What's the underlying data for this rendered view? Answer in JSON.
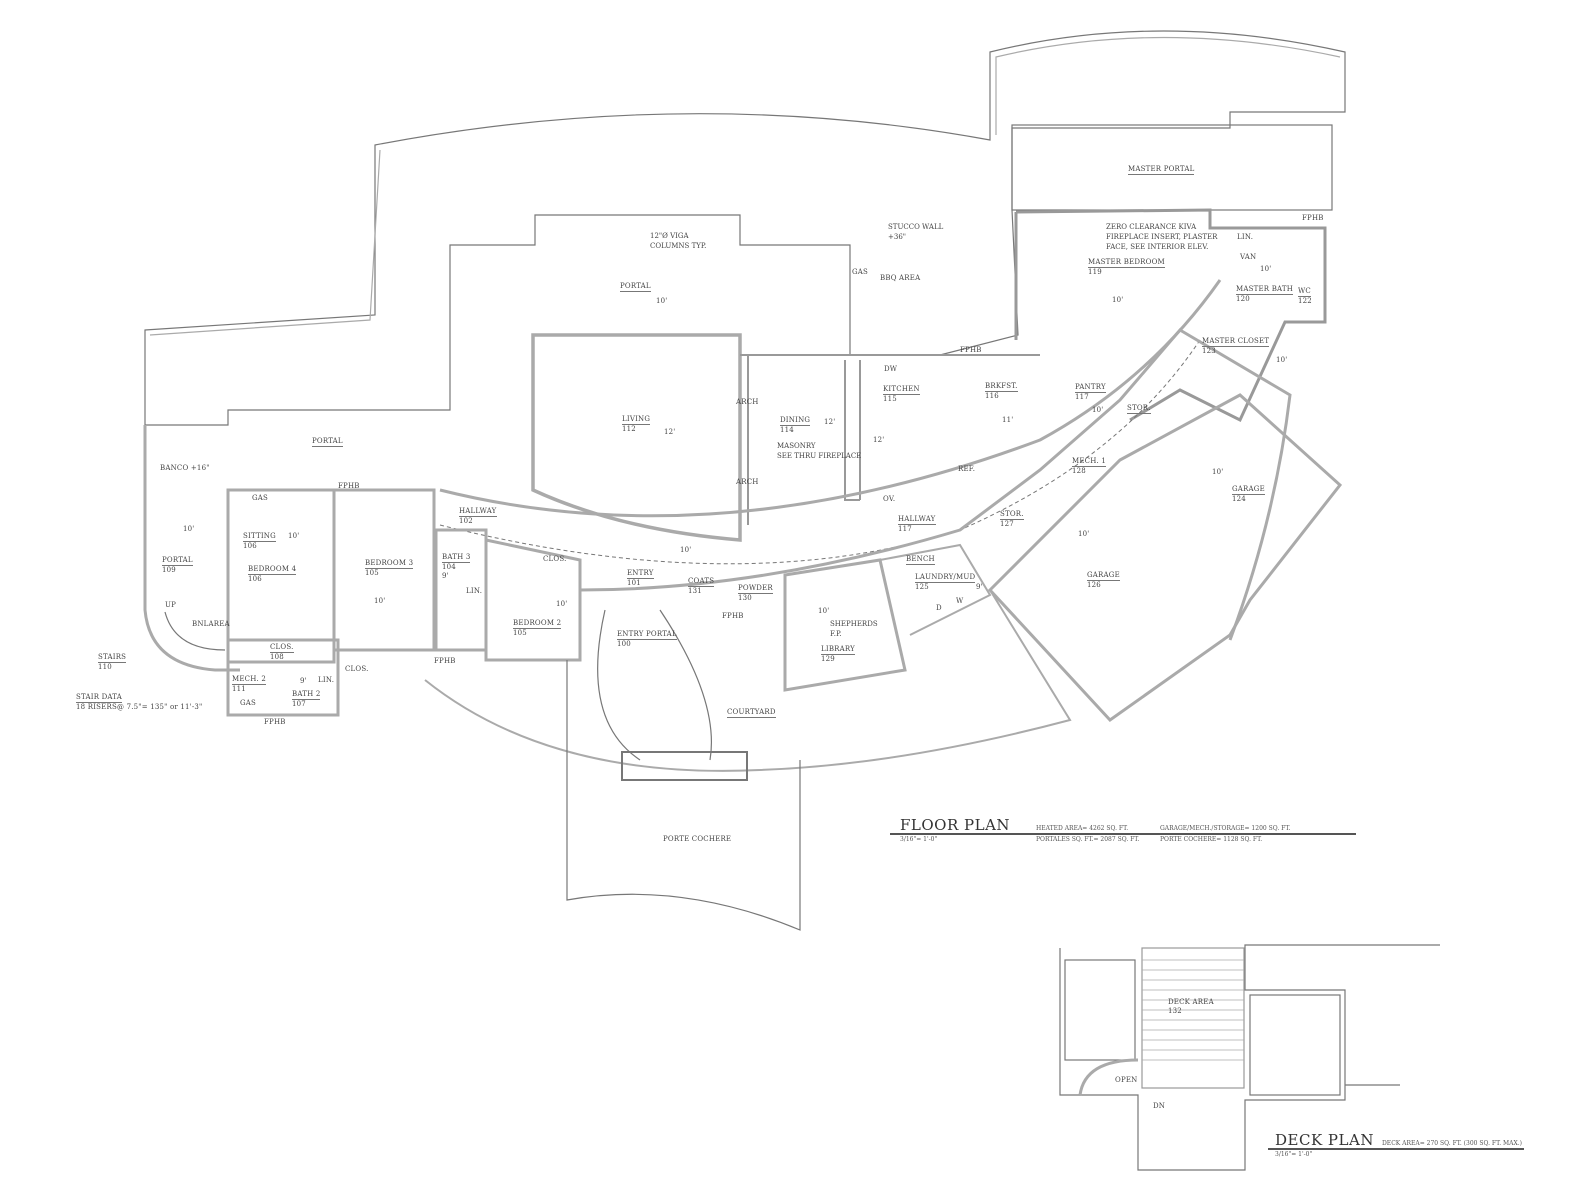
{
  "floor_plan": {
    "title": "FLOOR PLAN",
    "scale": "3/16\"= 1'-0\"",
    "heated_area": "HEATED AREA= 4262 SQ. FT.",
    "portales_area": "PORTALES SQ. FT.= 2087 SQ. FT.",
    "garage_area": "GARAGE/MECH./STORAGE= 1200 SQ. FT.",
    "porte_cochere_area": "PORTE COCHERE= 1128 SQ. FT."
  },
  "deck_plan": {
    "title": "DECK PLAN",
    "scale": "3/16\"= 1'-0\"",
    "deck_area": "DECK AREA= 270 SQ. FT. (300 SQ. FT. MAX.)",
    "deck_label": "DECK AREA",
    "deck_num": "132",
    "open": "OPEN",
    "dn": "DN"
  },
  "rooms": {
    "master_portal": {
      "name": "MASTER PORTAL"
    },
    "master_bedroom": {
      "name": "MASTER BEDROOM",
      "num": "119",
      "ceiling": "10'"
    },
    "master_bath": {
      "name": "MASTER BATH",
      "num": "120",
      "ceiling": "10'"
    },
    "wc": {
      "name": "WC",
      "num": "122"
    },
    "lin_master": {
      "name": "LIN."
    },
    "van": {
      "name": "VAN"
    },
    "master_closet": {
      "name": "MASTER CLOSET",
      "num": "123",
      "ceiling": "10'"
    },
    "portal_main": {
      "name": "PORTAL",
      "ceiling": "10'"
    },
    "portal_west": {
      "name": "PORTAL"
    },
    "living": {
      "name": "LIVING",
      "num": "112",
      "ceiling": "12'"
    },
    "dining": {
      "name": "DINING",
      "num": "114",
      "ceiling": "12'"
    },
    "kitchen": {
      "name": "KITCHEN",
      "num": "115",
      "ceiling": "12'"
    },
    "brkfst": {
      "name": "BRKFST.",
      "num": "116",
      "ceiling": "11'"
    },
    "pantry": {
      "name": "PANTRY",
      "num": "117",
      "ceiling": "10'"
    },
    "stor_1": {
      "name": "STOR."
    },
    "mech_1": {
      "name": "MECH. 1",
      "num": "128"
    },
    "garage_124": {
      "name": "GARAGE",
      "num": "124",
      "ceiling": "10'"
    },
    "hallway_117": {
      "name": "HALLWAY",
      "num": "117"
    },
    "stor_127": {
      "name": "STOR.",
      "num": "127"
    },
    "garage_126": {
      "name": "GARAGE",
      "num": "126",
      "ceiling": "10'"
    },
    "bench": {
      "name": "BENCH"
    },
    "laundry": {
      "name": "LAUNDRY/MUD",
      "num": "125",
      "ceiling": "9'"
    },
    "library": {
      "name": "LIBRARY",
      "num": "129",
      "ceiling": "10'"
    },
    "coats": {
      "name": "COATS",
      "num": "131"
    },
    "powder": {
      "name": "POWDER",
      "num": "130"
    },
    "entry": {
      "name": "ENTRY",
      "num": "101",
      "ceiling": "10'"
    },
    "entry_portal": {
      "name": "ENTRY PORTAL",
      "num": "100"
    },
    "bedroom_2": {
      "name": "BEDROOM 2",
      "num": "105",
      "ceiling": "10'"
    },
    "hallway_102": {
      "name": "HALLWAY",
      "num": "102"
    },
    "bath_3": {
      "name": "BATH 3",
      "num": "104",
      "ceiling": "9'"
    },
    "lin_bath3": {
      "name": "LIN."
    },
    "clos_bed2": {
      "name": "CLOS."
    },
    "bedroom_3": {
      "name": "BEDROOM 3",
      "num": "105",
      "ceiling": "10'"
    },
    "sitting": {
      "name": "SITTING",
      "num": "106",
      "ceiling": "10'"
    },
    "bedroom_4": {
      "name": "BEDROOM 4",
      "num": "106"
    },
    "portal_109": {
      "name": "PORTAL",
      "num": "109",
      "ceiling": "10'"
    },
    "stairs": {
      "name": "STAIRS",
      "num": "110"
    },
    "mech_2": {
      "name": "MECH. 2",
      "num": "111"
    },
    "clos_108": {
      "name": "CLOS.",
      "num": "108"
    },
    "bath_2": {
      "name": "BATH 2",
      "num": "107",
      "ceiling": "9'"
    },
    "lin_bath2": {
      "name": "LIN."
    },
    "clos_b3": {
      "name": "CLOS."
    },
    "courtyard": {
      "name": "COURTYARD"
    },
    "porte_cochere": {
      "name": "PORTE COCHERE"
    }
  },
  "notes": {
    "kiva": [
      "ZERO CLEARANCE KIVA",
      "FIREPLACE INSERT, PLASTER",
      "FACE, SEE INTERIOR ELEV."
    ],
    "stucco": [
      "STUCCO WALL",
      "+36\""
    ],
    "viga": [
      "12\"Ø VIGA",
      "COLUMNS TYP."
    ],
    "bbq": "BBQ AREA",
    "gas": "GAS",
    "banco": "BANCO +16\"",
    "masonry": [
      "MASONRY",
      "SEE THRU FIREPLACE"
    ],
    "shepherds": [
      "SHEPHERDS",
      "F.P."
    ],
    "stair_data_title": "STAIR DATA",
    "stair_data": "18 RISERS@ 7.5\"= 135\" or 11'-3\"",
    "up": "UP",
    "bnl_area": "BNLAREA",
    "fphb": "FPHB",
    "dw": "DW",
    "ov": "OV.",
    "ref": "REF.",
    "arch": "ARCH",
    "d": "D",
    "w": "W"
  }
}
